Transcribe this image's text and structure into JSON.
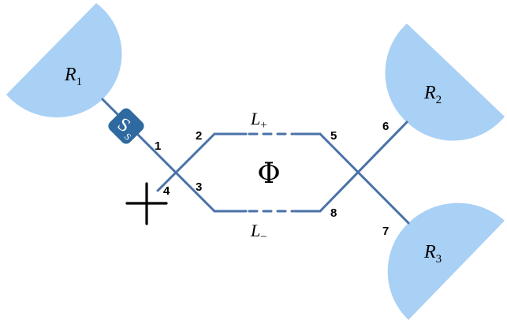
{
  "colors": {
    "reservoir_fill": "#a9d0f5",
    "waveguide": "#4a72a8",
    "source_fill": "#2e6aa0",
    "ink": "#000000"
  },
  "reservoirs": {
    "r1": {
      "base": "R",
      "sub": "1"
    },
    "r2": {
      "base": "R",
      "sub": "2"
    },
    "r3": {
      "base": "R",
      "sub": "3"
    }
  },
  "arms": {
    "upper": {
      "base": "L",
      "sub": "+"
    },
    "lower": {
      "base": "L",
      "sub": "−"
    }
  },
  "phase_label": "Φ",
  "source": {
    "letter": "S",
    "sub": "S"
  },
  "ports": {
    "p1": "1",
    "p2": "2",
    "p3": "3",
    "p4": "4",
    "p5": "5",
    "p6": "6",
    "p7": "7",
    "p8": "8"
  },
  "icons": [
    "terminated-port-cross-icon"
  ]
}
